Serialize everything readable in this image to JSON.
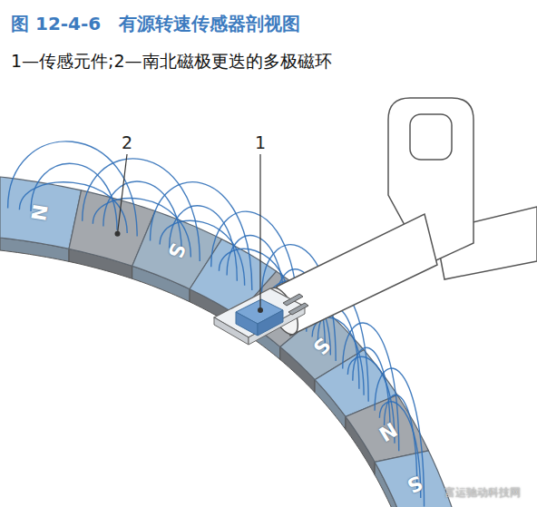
{
  "diagram": {
    "title": "图 12-4-6　有源转速传感器剖视图",
    "labels": [
      "1—传感元件;2—南北磁极更迭的多极磁环",
      "2",
      "1",
      "N",
      "S",
      "S",
      "N",
      "S",
      "富运驰动科技网"
    ]
  }
}
